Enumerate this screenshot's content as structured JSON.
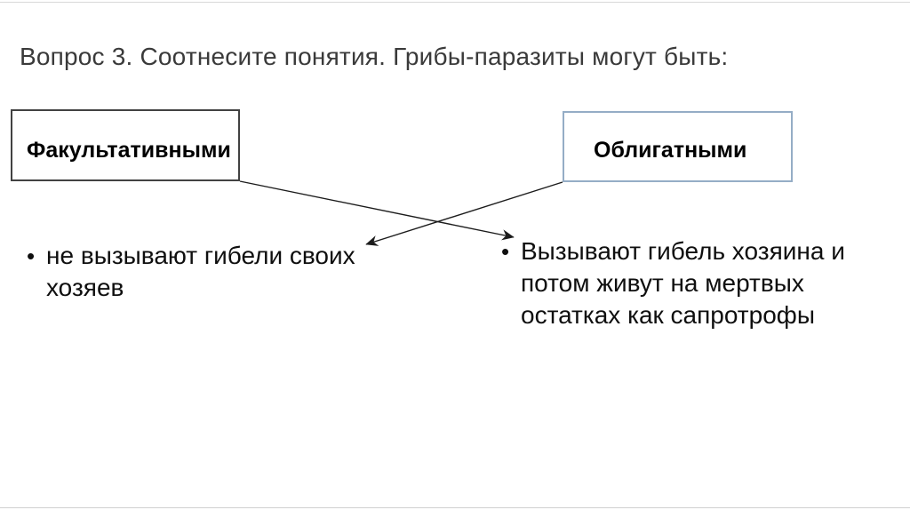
{
  "slide": {
    "title": "Вопрос 3. Соотнесите понятия. Грибы-паразиты могут быть:",
    "boxes": {
      "facultative": {
        "label": "Факультативными"
      },
      "obligate": {
        "label": "Облигатными"
      }
    },
    "bullets": {
      "marker": "•",
      "left": {
        "lines": "не вызывают гибели своих\nхозяев"
      },
      "right": {
        "lines": "Вызывают гибель хозяина и\nпотом живут на мертвых\nостатках как сапротрофы"
      }
    },
    "colors": {
      "title_text": "#3a3a3a",
      "body_text": "#0f0f0f",
      "facultative_box_border": "#424242",
      "obligate_box_border": "#95adc6",
      "arrow": "#1c1c1c",
      "edge_line": "#d8d8d8"
    }
  }
}
